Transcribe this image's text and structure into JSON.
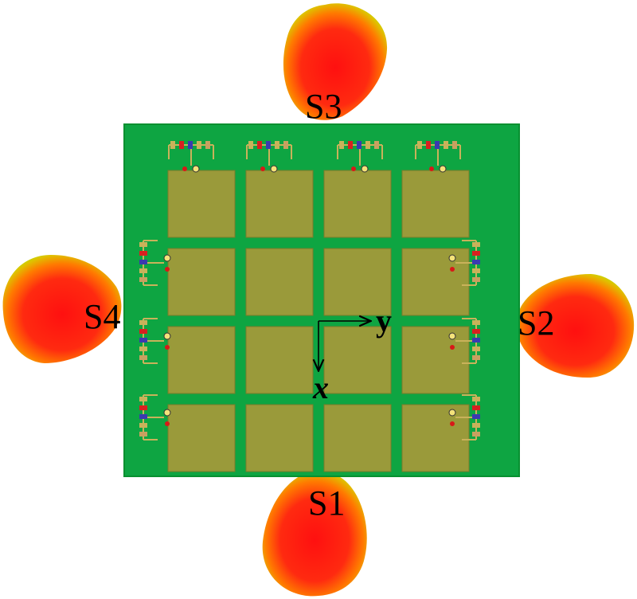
{
  "colors": {
    "board": "#0ea542",
    "board_edge": "#089030",
    "patch": "#9a9a3a",
    "patch_edge": "#7a7c2a",
    "trace": "#c9b25a",
    "port_red": "#d81818",
    "beam_core": "#ff1a1a",
    "beam_mid": "#ff6a00",
    "beam_edge": "#c8e000"
  },
  "beams": [
    {
      "id": "S1",
      "label": "S1",
      "direction": "bottom"
    },
    {
      "id": "S2",
      "label": "S2",
      "direction": "right"
    },
    {
      "id": "S3",
      "label": "S3",
      "direction": "top"
    },
    {
      "id": "S4",
      "label": "S4",
      "direction": "left"
    }
  ],
  "array": {
    "rows": 4,
    "cols": 4
  },
  "axes": {
    "x_label": "x",
    "y_label": "y"
  }
}
